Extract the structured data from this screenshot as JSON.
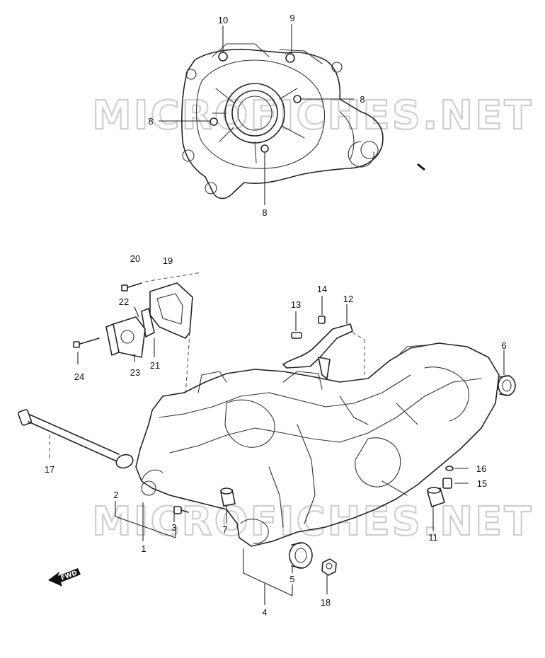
{
  "watermark": "MICROFICHES.NET",
  "fwd_label": "FWD",
  "callouts": {
    "c1": "1",
    "c2": "2",
    "c3": "3",
    "c4": "4",
    "c5": "5",
    "c6": "6",
    "c7": "7",
    "c8a": "8",
    "c8b": "8",
    "c8c": "8",
    "c9": "9",
    "c10": "10",
    "c11": "11",
    "c12": "12",
    "c13": "13",
    "c14": "14",
    "c15": "15",
    "c16": "16",
    "c17": "17",
    "c18": "18",
    "c19": "19",
    "c20": "20",
    "c21": "21",
    "c22": "22",
    "c23": "23",
    "c24": "24"
  },
  "colors": {
    "line": "#222222",
    "watermark": "#cfcfcf",
    "background": "#ffffff"
  }
}
